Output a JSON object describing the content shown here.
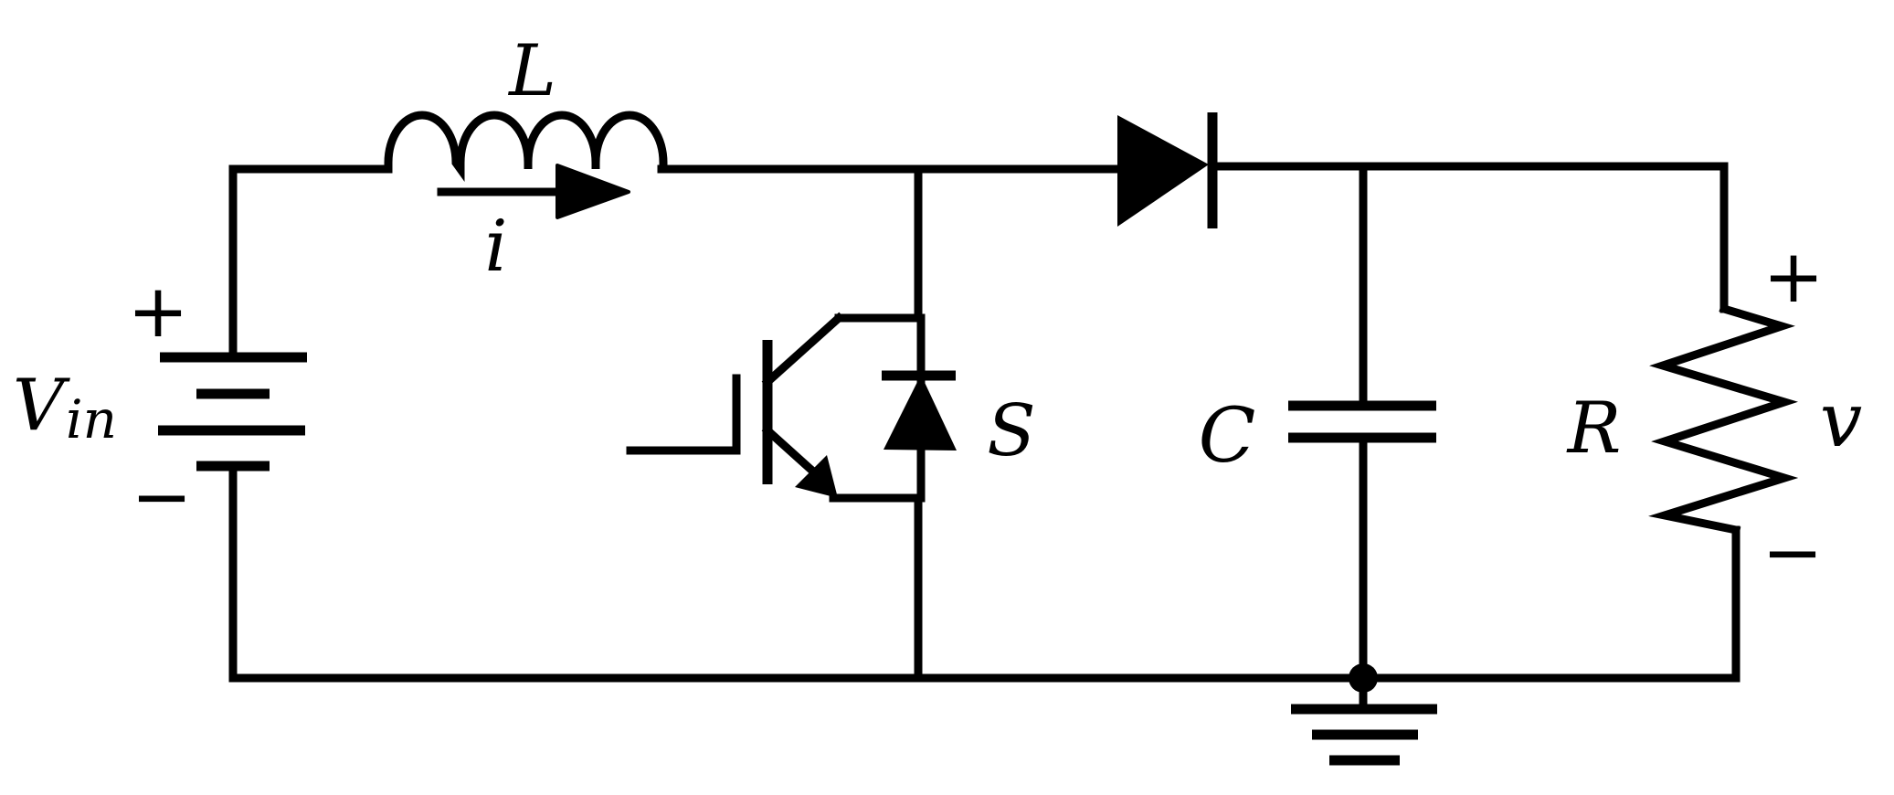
{
  "labels": {
    "inductor": "L",
    "current": "i",
    "source_main": "V",
    "source_sub": "in",
    "switch": "S",
    "capacitor": "C",
    "resistor": "R",
    "output_voltage": "v"
  },
  "signs": {
    "source_plus": "+",
    "source_minus": "−",
    "output_plus": "+",
    "output_minus": "−"
  },
  "colors": {
    "stroke": "#000000",
    "background": "#ffffff"
  }
}
